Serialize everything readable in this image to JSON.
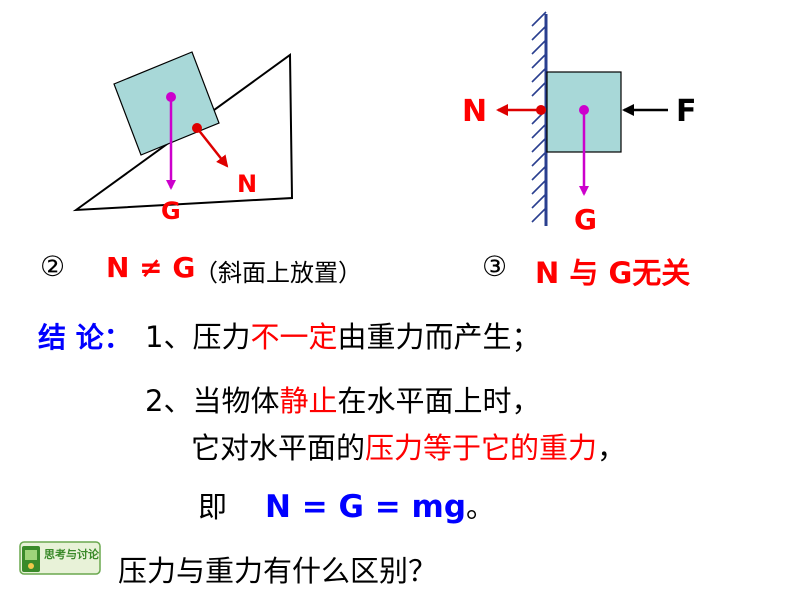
{
  "colors": {
    "accent_red": "#ff0000",
    "accent_blue": "#0000ff",
    "block_fill": "#a8d8d8",
    "force_arrow": "#cc00cc",
    "dot": "#cc00cc",
    "normal_dot": "#dd0000",
    "badge_green": "#3a8a2a"
  },
  "figure_incline": {
    "label_g": "G",
    "label_n": "N"
  },
  "figure_wall": {
    "label_n": "N",
    "label_f": "F",
    "label_g": "G"
  },
  "case2": {
    "num": "②",
    "relation": "N ≠ G",
    "note": "（斜面上放置）"
  },
  "case3": {
    "num": "③",
    "relation": "N 与 G无关"
  },
  "conclusion": {
    "label": "结 论：",
    "line1": {
      "prefix": "1、压力",
      "highlight": "不一定",
      "suffix": "由重力而产生；"
    },
    "line2": {
      "prefix": "2、当物体",
      "highlight": "静止",
      "suffix": "在水平面上时，"
    },
    "line3": {
      "prefix": "它对水平面的",
      "highlight": "压力等于它的重力",
      "suffix": "，"
    },
    "line4": {
      "prefix": "即",
      "formula": "N = G = mg",
      "suffix": "。"
    }
  },
  "discussion": {
    "badge_text": "思考与讨论",
    "icon": "discussion-badge-icon",
    "question": "压力与重力有什么区别？"
  }
}
